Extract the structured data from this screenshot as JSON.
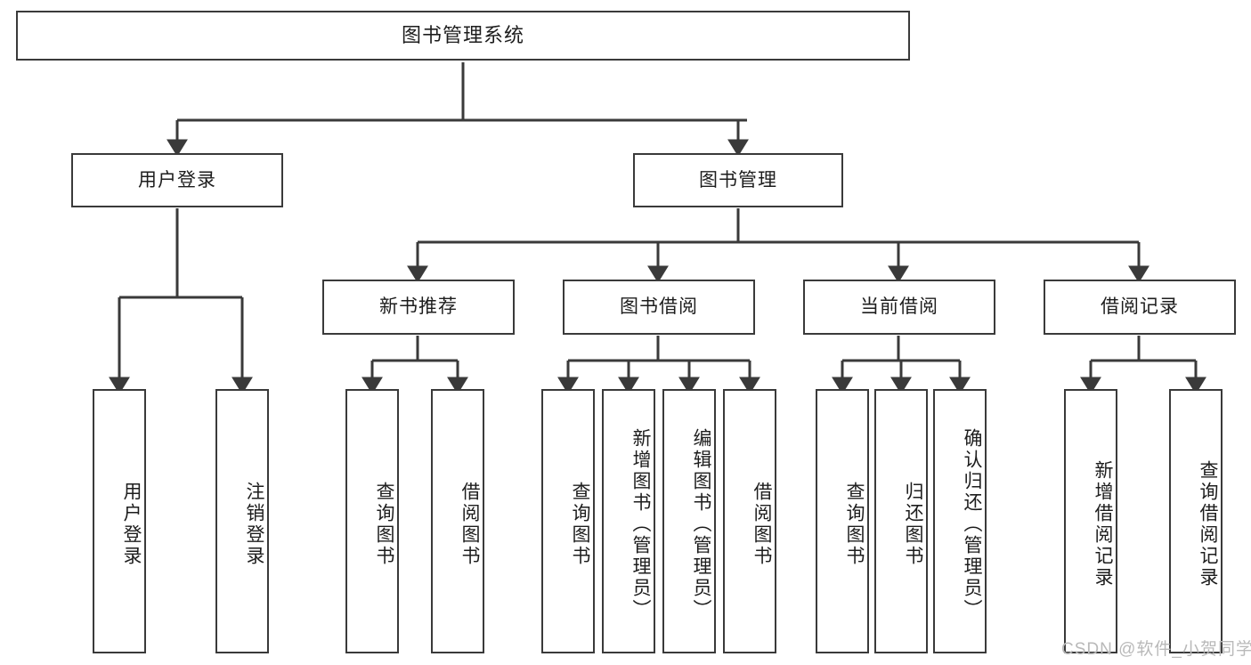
{
  "diagram": {
    "title": "图书管理系统",
    "type": "tree-hierarchy",
    "colors": {
      "box_border": "#3a3a3a",
      "box_fill": "#ffffff",
      "connector": "#3a3a3a",
      "text": "#1d1d1d",
      "watermark": "#b9b9b9",
      "background": "#ffffff"
    },
    "root": {
      "label": "图书管理系统"
    },
    "level2": [
      {
        "label": "用户登录"
      },
      {
        "label": "图书管理"
      }
    ],
    "level3": [
      {
        "label": "新书推荐"
      },
      {
        "label": "图书借阅"
      },
      {
        "label": "当前借阅"
      },
      {
        "label": "借阅记录"
      }
    ],
    "leaves": {
      "user_login": [
        {
          "label": "用户登录"
        },
        {
          "label": "注销登录"
        }
      ],
      "new_book_recommend": [
        {
          "label": "查询图书"
        },
        {
          "label": "借阅图书"
        }
      ],
      "book_borrow": [
        {
          "label": "查询图书"
        },
        {
          "label": "新增图书（管理员）"
        },
        {
          "label": "编辑图书（管理员）"
        },
        {
          "label": "借阅图书"
        }
      ],
      "current_borrow": [
        {
          "label": "查询图书"
        },
        {
          "label": "归还图书"
        },
        {
          "label": "确认归还（管理员）"
        }
      ],
      "borrow_record": [
        {
          "label": "新增借阅记录"
        },
        {
          "label": "查询借阅记录"
        }
      ]
    }
  },
  "watermark": {
    "text": "CSDN @软件_小贺同学"
  }
}
